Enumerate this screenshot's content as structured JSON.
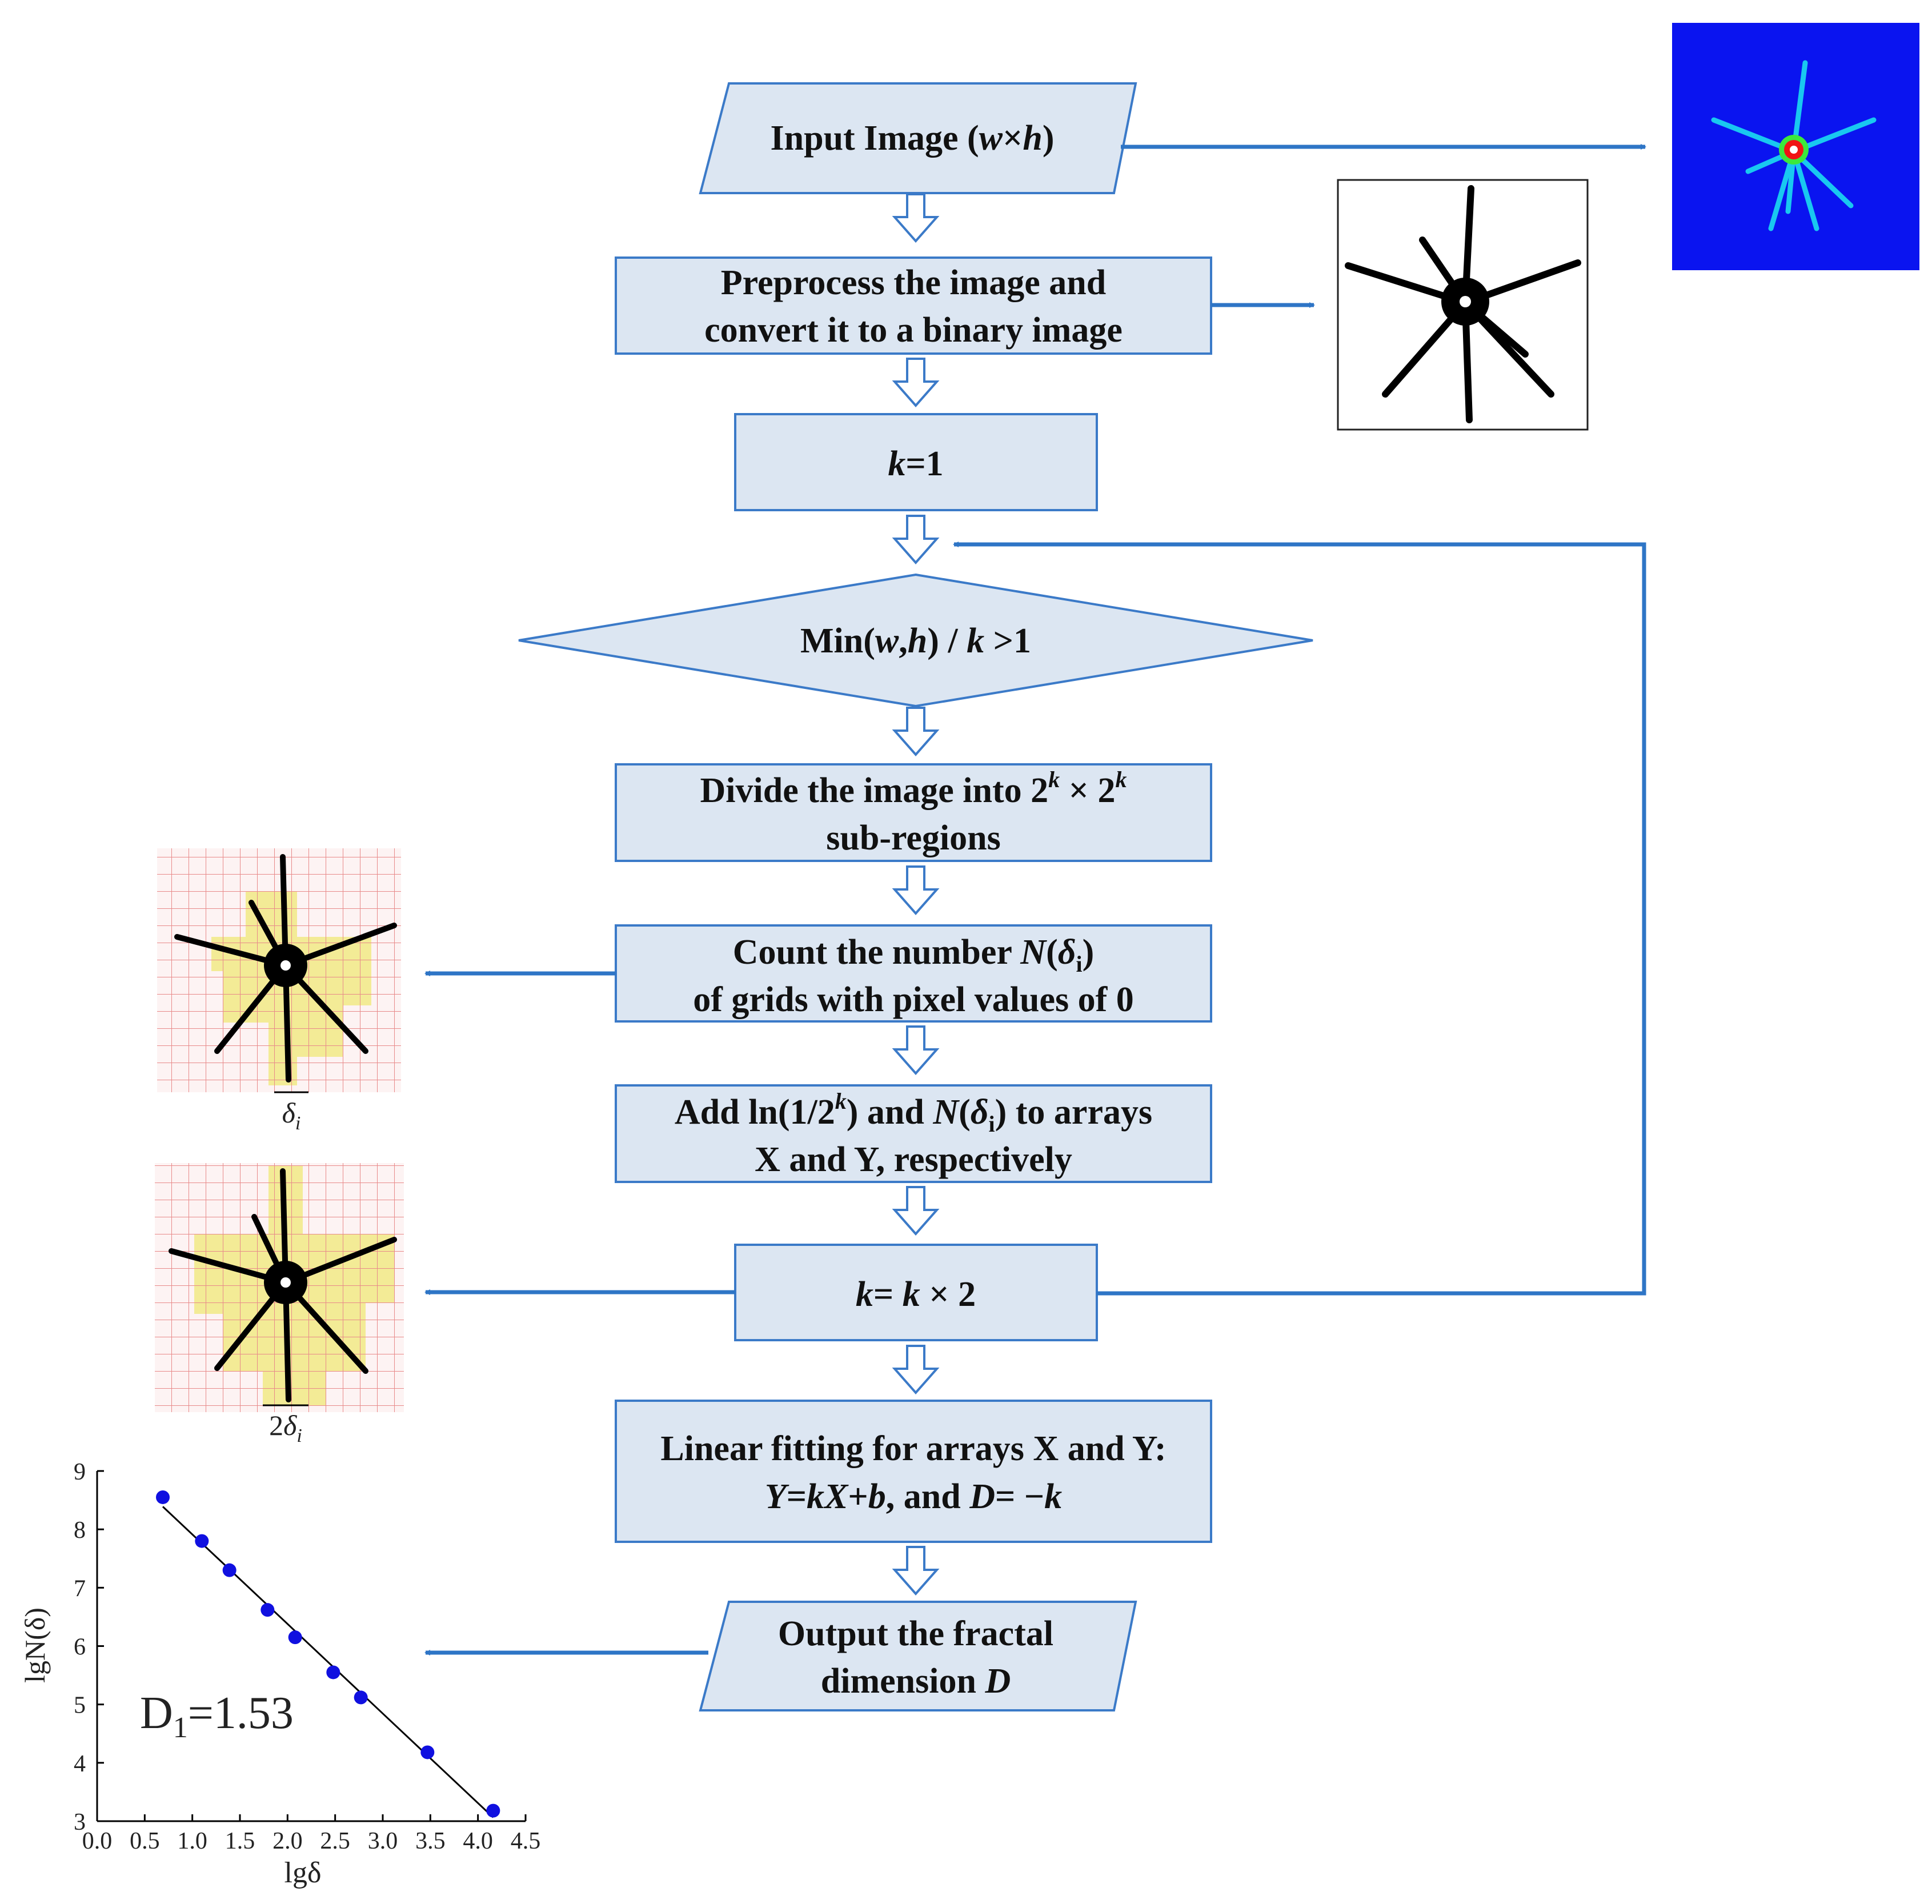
{
  "flowchart": {
    "input": {
      "pre": "Input Image (",
      "w": "w",
      "times": "×",
      "h": "h",
      "post": ")"
    },
    "preprocess": {
      "line1": "Preprocess the image and",
      "line2": "convert it to a binary image"
    },
    "init_k": {
      "k": "k",
      "rest": "=1"
    },
    "condition": {
      "pre": "Min(",
      "w": "w",
      "comma": ",",
      "h": "h",
      "mid": ") / ",
      "k": "k",
      "post": " >1"
    },
    "divide": {
      "pre": "Divide the image into 2",
      "sup1": "k",
      "mid": " × 2",
      "sup2": "k",
      "line2": "sub-regions"
    },
    "count": {
      "pre": "Count the number ",
      "N": "N",
      "paren_open": "(",
      "delta": "δ",
      "sub": "i",
      "paren_close": ")",
      "line2": "of grids with pixel values of 0"
    },
    "add": {
      "pre": "Add ln(1/2",
      "sup": "k",
      "mid": ") and ",
      "N": "N",
      "paren_open": "(",
      "delta": "δ",
      "sub": "i",
      "post": ") to arrays",
      "line2": "X and Y, respectively"
    },
    "update_k": {
      "k1": "k",
      "eq": "= ",
      "k2": "k",
      "post": " × 2"
    },
    "fit": {
      "line1": "Linear fitting for arrays X and Y:",
      "Y": "Y",
      "eq": "=",
      "kX": "kX",
      "plus": "+",
      "b": "b",
      "and": ", and ",
      "D": "D",
      "eq2": "= −",
      "k": "k"
    },
    "output": {
      "line1": "Output the fractal",
      "line2pre": "dimension ",
      "D": "D"
    }
  },
  "grid_labels": {
    "small": {
      "delta": "δ",
      "sub": "i"
    },
    "large": {
      "pre": "2",
      "delta": "δ",
      "sub": "i"
    }
  },
  "colors": {
    "box_fill": "#dce6f2",
    "box_stroke": "#3b7ac8",
    "arrow": "#2e75c6"
  },
  "chart_data": {
    "type": "scatter",
    "x": [
      0.69,
      1.1,
      1.39,
      1.79,
      2.08,
      2.48,
      2.77,
      3.47,
      4.16
    ],
    "y": [
      8.55,
      7.8,
      7.3,
      6.62,
      6.15,
      5.55,
      5.12,
      4.18,
      3.18
    ],
    "xlabel": "lgδ",
    "ylabel": "lgN(δ)",
    "xlim": [
      0,
      4.5
    ],
    "ylim": [
      3,
      9
    ],
    "xticks": [
      "0.0",
      "0.5",
      "1.0",
      "1.5",
      "2.0",
      "2.5",
      "3.0",
      "3.5",
      "4.0",
      "4.5"
    ],
    "yticks": [
      "3",
      "4",
      "5",
      "6",
      "7",
      "8",
      "9"
    ],
    "annotation": {
      "pre": "D",
      "sub": "1",
      "post": "=1.53"
    },
    "fit_line": true,
    "point_color": "#1010e0"
  }
}
